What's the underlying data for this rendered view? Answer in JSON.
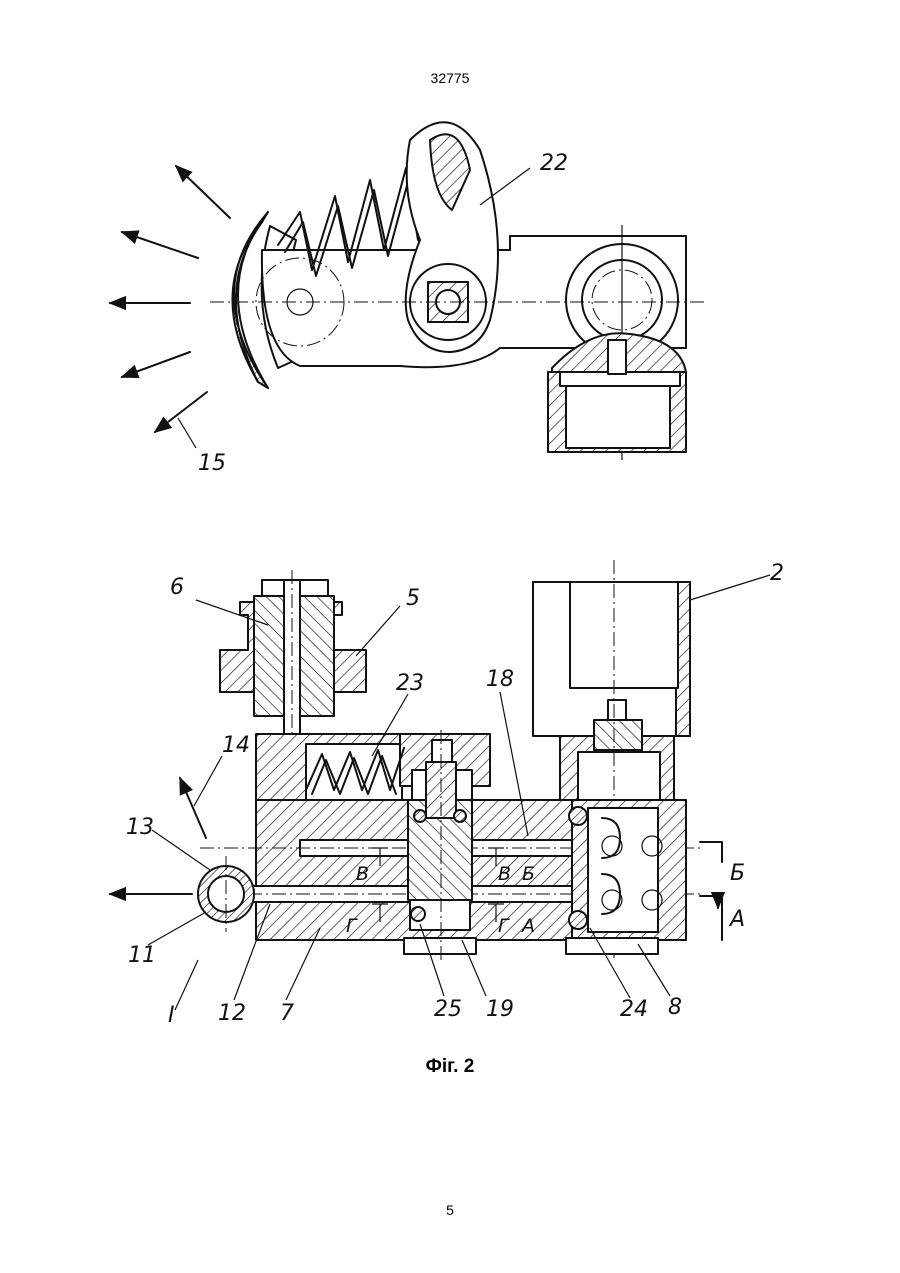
{
  "header": {
    "doc_number": "32775"
  },
  "footer": {
    "page_number": "5"
  },
  "figure_caption": "Фіг. 2",
  "upper_view": {
    "labels": {
      "lever": "22",
      "spray": "15"
    }
  },
  "lower_view": {
    "labels": {
      "body_right": "2",
      "cap_nut": "5",
      "stem": "6",
      "housing": "7",
      "bottom_block": "8",
      "tube": "11",
      "channel": "12",
      "tube_ring": "13",
      "jet": "14",
      "left_arrow": "I",
      "spring": "23",
      "passage": "18",
      "piston": "19",
      "ball_right": "24",
      "ball_mid": "25",
      "section_b": "Б",
      "section_a": "А"
    },
    "channel_marks": {
      "v_left": "В",
      "v_mid": "В",
      "b_mid": "Б",
      "g_left": "Г",
      "g_mid": "Г",
      "a_mid": "А"
    }
  }
}
